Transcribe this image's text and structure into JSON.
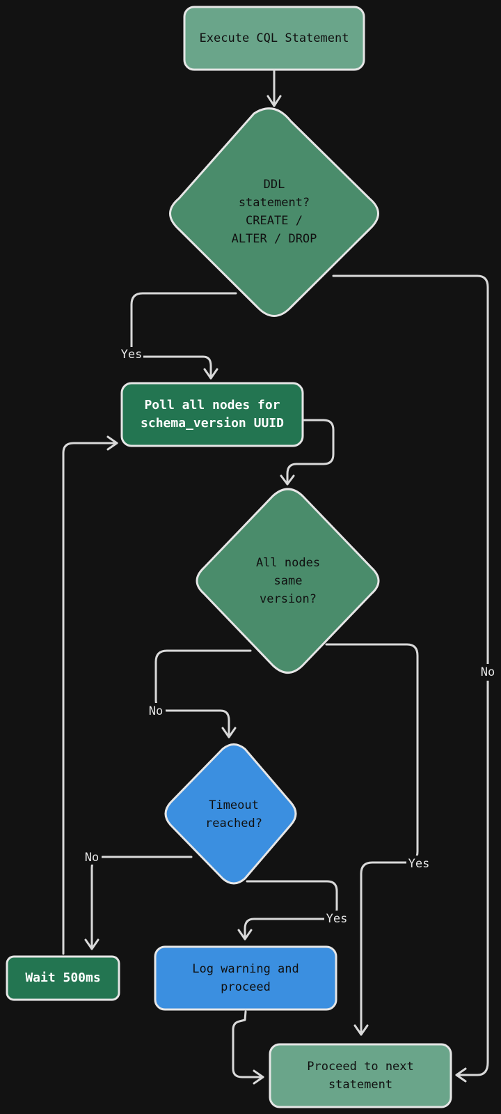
{
  "colors": {
    "background": "#121212",
    "edge": "#d9d9d9",
    "node_border": "#e6e6e6",
    "pale_green": "#6aa58a",
    "mid_green": "#4a8c6b",
    "dark_green": "#237551",
    "blue": "#3b8fe0"
  },
  "nodes": {
    "execute": {
      "label": "Execute CQL Statement"
    },
    "ddl_check": {
      "label": "DDL\nstatement?\nCREATE /\nALTER / DROP"
    },
    "poll": {
      "label": "Poll all nodes for\nschema_version UUID"
    },
    "same_version": {
      "label": "All nodes\nsame\nversion?"
    },
    "timeout": {
      "label": "Timeout\nreached?"
    },
    "wait": {
      "label": "Wait 500ms"
    },
    "log_warning": {
      "label": "Log warning and\nproceed"
    },
    "proceed": {
      "label": "Proceed to next\nstatement"
    }
  },
  "edge_labels": {
    "ddl_yes": "Yes",
    "ddl_no": "No",
    "same_no": "No",
    "same_yes": "Yes",
    "timeout_no": "No",
    "timeout_yes": "Yes"
  }
}
